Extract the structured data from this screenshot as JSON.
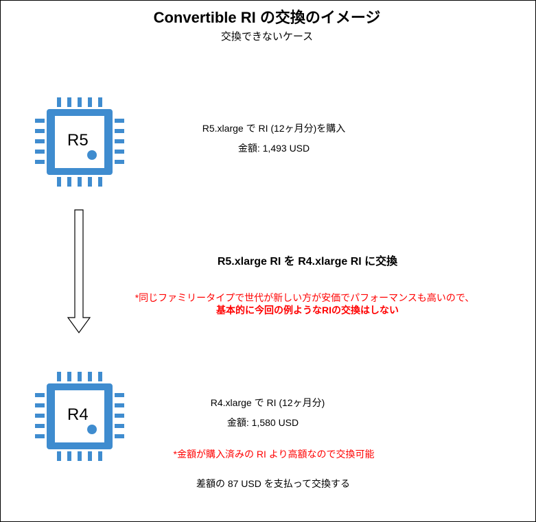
{
  "header": {
    "title": "Convertible RI の交換のイメージ",
    "subtitle": "交換できないケース"
  },
  "colors": {
    "chip": "#3f8ccf",
    "warning": "#ff0000",
    "text": "#000000"
  },
  "source_chip": {
    "icon": "processor-chip-icon",
    "label": "R5",
    "purchase_text": "R5.xlarge で RI (12ヶ月分)を購入",
    "price_text": "金額: 1,493 USD"
  },
  "exchange": {
    "heading": "R5.xlarge RI を R4.xlarge RI に交換",
    "note_line1": "*同じファミリータイプで世代が新しい方が安価でパフォーマンスも高いので、",
    "note_line2": "基本的に今回の例ようなRIの交換はしない"
  },
  "target_chip": {
    "icon": "processor-chip-icon",
    "label": "R4",
    "plan_text": "R4.xlarge で RI (12ヶ月分)",
    "price_text": "金額: 1,580 USD",
    "note": "*金額が購入済みの RI より高額なので交換可能",
    "difference_text": "差額の 87 USD を支払って交換する"
  }
}
